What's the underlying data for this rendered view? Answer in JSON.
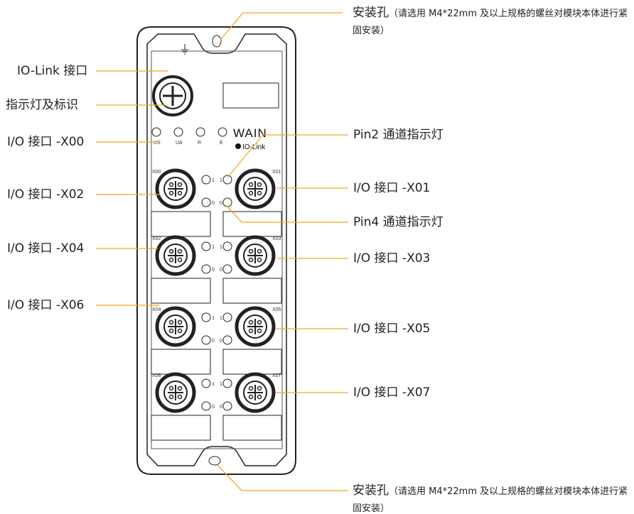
{
  "colors": {
    "leader": "#f5a623",
    "outline": "#222222",
    "text": "#222222"
  },
  "device": {
    "brand": "WAIN",
    "protocol": "IO-Link",
    "status_leds": [
      "US",
      "UA",
      "R",
      "E"
    ],
    "ports_left": [
      "X00",
      "X02",
      "X04",
      "X06"
    ],
    "ports_right": [
      "X01",
      "X03",
      "X05",
      "X07"
    ],
    "led_pin2": "1",
    "led_pin4": "0"
  },
  "labels": {
    "mount_top_title": "安装孔",
    "mount_top_detail": "（请选用 M4*22mm 及以上规格的螺丝对模块本体进行紧固安装）",
    "mount_bottom_title": "安装孔",
    "mount_bottom_detail": "（请选用 M4*22mm 及以上规格的螺丝对模块本体进行紧固安装）",
    "iolink_port": "IO-Link 接口",
    "indicators": "指示灯及标识",
    "x00": "I/O 接口 -X00",
    "x02": "I/O 接口 -X02",
    "x04": "I/O 接口 -X04",
    "x06": "I/O 接口 -X06",
    "pin2": "Pin2 通道指示灯",
    "x01": "I/O 接口 -X01",
    "pin4": "Pin4 通道指示灯",
    "x03": "I/O 接口 -X03",
    "x05": "I/O 接口 -X05",
    "x07": "I/O 接口 -X07"
  }
}
